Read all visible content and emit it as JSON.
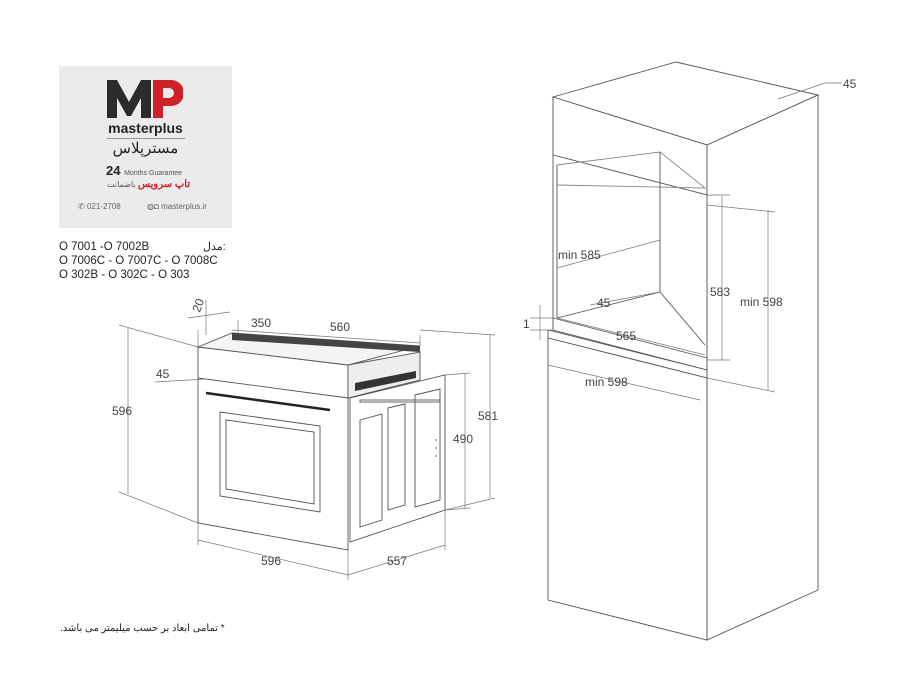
{
  "logo": {
    "mark": "MP",
    "brand": "masterplus",
    "brand_fa": "مسترپلاس",
    "guarantee_number": "24",
    "guarantee_text": "Months Guarantee",
    "service_prefix": "باضمانت",
    "service_name": "تاپ سرویس",
    "phone": "021-2708",
    "website": "masterplus.ir",
    "colors": {
      "m": "#2b2b2b",
      "p": "#d0202a"
    }
  },
  "models": {
    "label": "مدل:",
    "lines": [
      "O 7001 -O 7002B",
      "O 7006C - O 7007C - O 7008C",
      "O 302B - O 302C - O 303"
    ]
  },
  "oven_dims": {
    "top_offset": "20",
    "depth_top": "350",
    "width_top": "560",
    "door_offset": "45",
    "height_left": "596",
    "height_right": "581",
    "body_height": "490",
    "width_bottom": "596",
    "depth_bottom": "557"
  },
  "cabinet_dims": {
    "top_thickness": "45",
    "min_depth": "min 585",
    "opening_height": "583",
    "min_height": "min 598",
    "rear_gap": "45",
    "gap": "1",
    "opening_width": "565",
    "min_width": "min 598"
  },
  "note": "* تمامی ابعاد بر حسب میلیمتر می باشد."
}
